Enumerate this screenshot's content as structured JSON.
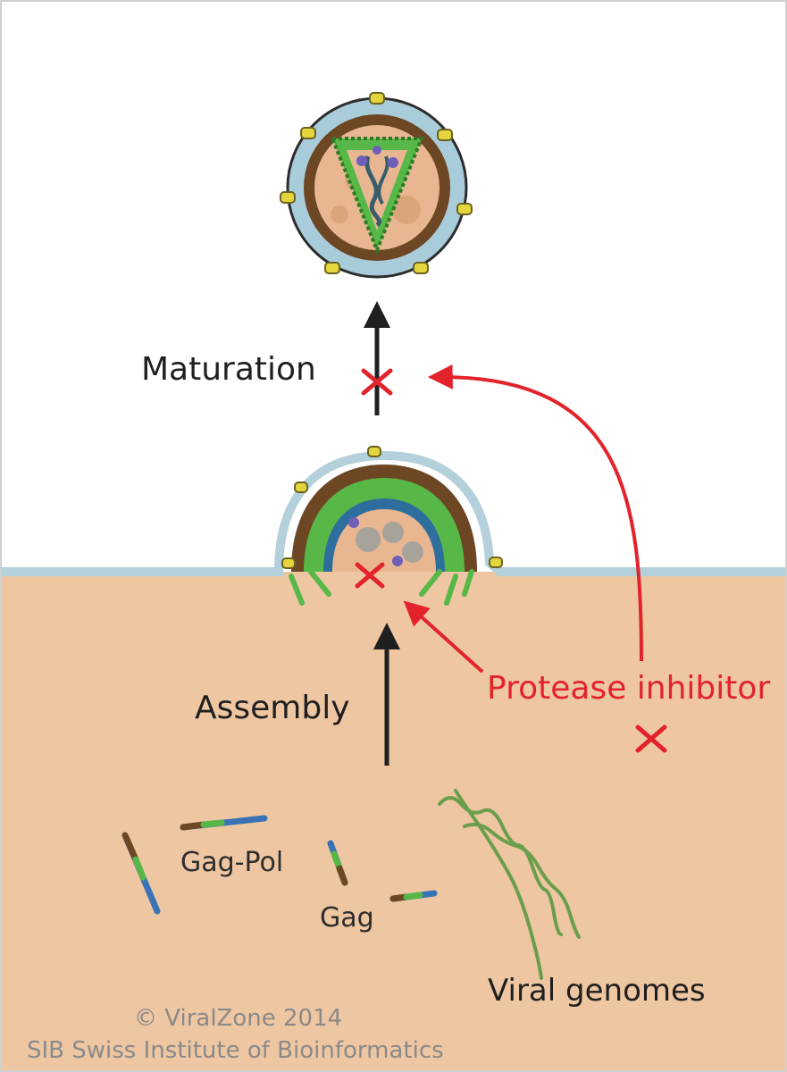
{
  "labels": {
    "maturation": "Maturation",
    "assembly": "Assembly",
    "protease_inhibitor": "Protease inhibitor",
    "gag_pol": "Gag-Pol",
    "gag": "Gag",
    "viral_genomes": "Viral genomes"
  },
  "credits": {
    "line1": "© ViralZone 2014",
    "line2": "SIB Swiss Institute of Bioinformatics"
  },
  "colors": {
    "background_top": "#ffffff",
    "cytoplasm": "#eec6a2",
    "membrane": "#b3d0db",
    "inhibitor_red": "#e3232b",
    "arrow_dark": "#1f1f1f",
    "capsid_green": "#57b848",
    "matrix_brown": "#6d4623",
    "envelope_blue": "#a9ccda",
    "spike_yellow": "#e4d43d",
    "enzyme_purple": "#6f5fb8",
    "genome_green": "#6b9e4c",
    "credits_gray": "#8a8a8a"
  },
  "icons": [
    "mature-virion-icon",
    "budding-virion-icon",
    "inhibition-x-icon",
    "gag-polyprotein-icon",
    "rna-genome-icon"
  ]
}
